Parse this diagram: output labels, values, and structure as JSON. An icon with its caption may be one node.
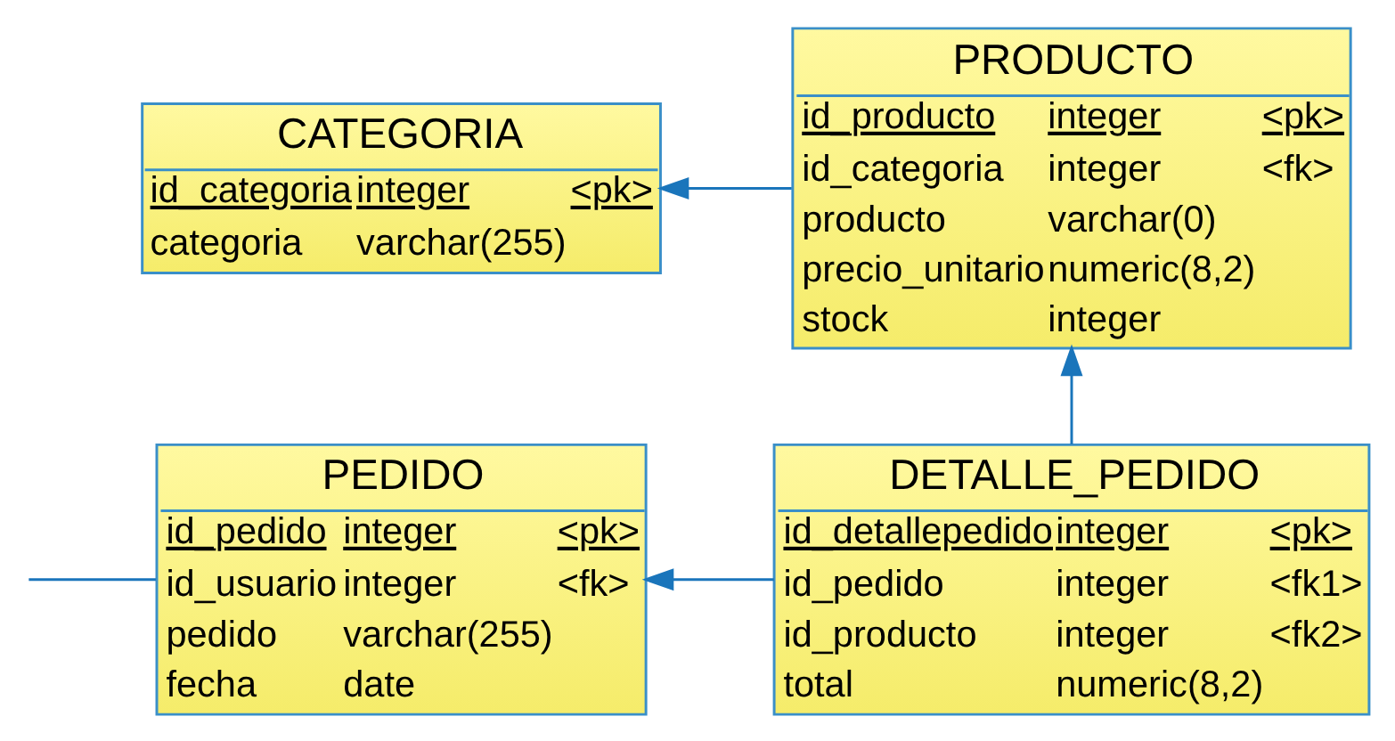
{
  "diagram": {
    "nodes": [
      {
        "text": [
          "CATEGORIA",
          "id_categoria",
          "integer",
          "<pk>",
          "categoria",
          "varchar(255)"
        ]
      },
      {
        "text": [
          "PRODUCTO",
          "id_producto",
          "integer",
          "<pk>",
          "id_categoria",
          "integer",
          "<fk>",
          "producto",
          "varchar(0)",
          "precio_unitario",
          "numeric(8,2)",
          "stock",
          "integer"
        ]
      },
      {
        "text": [
          "PEDIDO",
          "id_pedido",
          "integer",
          "<pk>",
          "id_usuario",
          "integer",
          "<fk>",
          "pedido",
          "varchar(255)",
          "fecha",
          "date"
        ]
      },
      {
        "text": [
          "DETALLE_PEDIDO",
          "id_detallepedido",
          "integer",
          "<pk>",
          "id_pedido",
          "integer",
          "<fk1>",
          "id_producto",
          "integer",
          "<fk2>",
          "total",
          "numeric(8,2)"
        ]
      }
    ],
    "edges": [
      {
        "from": 1,
        "to": 0,
        "arrow": "to"
      },
      {
        "from": 3,
        "to": 1,
        "arrow": "to"
      },
      {
        "from": 3,
        "to": 2,
        "arrow": "to"
      },
      {
        "from": null,
        "to": 2,
        "arrow": "none"
      }
    ]
  }
}
